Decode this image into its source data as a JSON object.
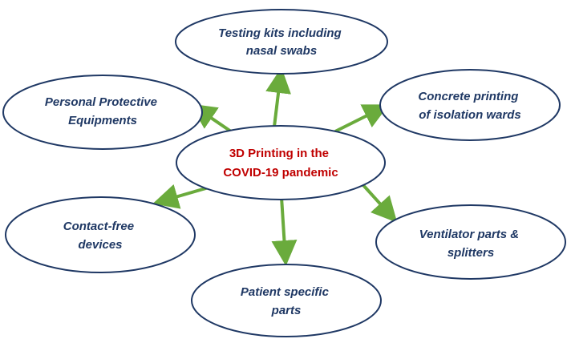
{
  "colors": {
    "node_stroke": "#1f3864",
    "node_text": "#1f3864",
    "center_text": "#c00000",
    "arrow": "#6aab3c"
  },
  "center": {
    "lines": [
      "3D Printing in the",
      "COVID-19 pandemic"
    ]
  },
  "nodes": {
    "testing_kits": {
      "lines": [
        "Testing kits including",
        "nasal swabs"
      ]
    },
    "ppe": {
      "lines": [
        "Personal Protective",
        "Equipments"
      ]
    },
    "concrete": {
      "lines": [
        "Concrete printing",
        "of isolation wards"
      ]
    },
    "contact_free": {
      "lines": [
        "Contact-free",
        "devices"
      ]
    },
    "ventilator": {
      "lines": [
        "Ventilator parts &",
        "splitters"
      ]
    },
    "patient": {
      "lines": [
        "Patient specific",
        "parts"
      ]
    }
  }
}
